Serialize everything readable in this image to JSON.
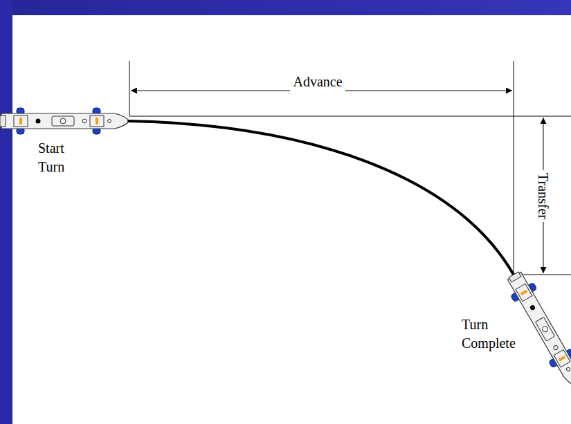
{
  "diagram": {
    "labels": [
      "Advance",
      "Transfer",
      "Start Turn",
      "Turn Complete"
    ]
  }
}
